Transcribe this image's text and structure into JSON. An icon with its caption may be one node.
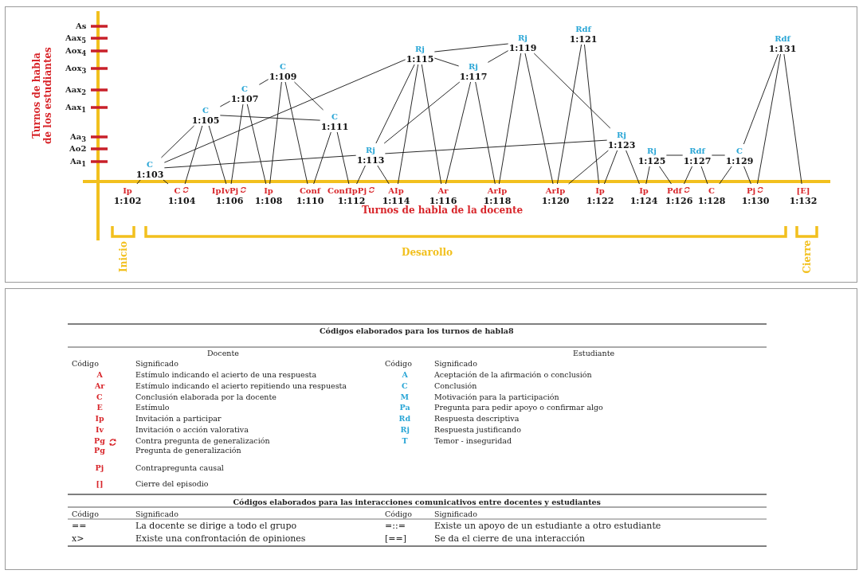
{
  "diagram": {
    "nodes": [
      {
        "text": [
          "Ip",
          "1:102"
        ]
      },
      {
        "text": [
          "C",
          "1:103"
        ]
      },
      {
        "text": [
          "C",
          "1:104"
        ]
      },
      {
        "text": [
          "C",
          "1:105"
        ]
      },
      {
        "text": [
          "IpIvPj",
          "1:106"
        ]
      },
      {
        "text": [
          "C",
          "1:107"
        ]
      },
      {
        "text": [
          "Ip",
          "1:108"
        ]
      },
      {
        "text": [
          "C",
          "1:109"
        ]
      },
      {
        "text": [
          "Conf",
          "1:110"
        ]
      },
      {
        "text": [
          "C",
          "1:111"
        ]
      },
      {
        "text": [
          "ConfIpPj",
          "1:112"
        ]
      },
      {
        "text": [
          "Rj",
          "1:113"
        ]
      },
      {
        "text": [
          "AIp",
          "1:114"
        ]
      },
      {
        "text": [
          "Rj",
          "1:115"
        ]
      },
      {
        "text": [
          "Ar",
          "1:116"
        ]
      },
      {
        "text": [
          "Rj",
          "1:117"
        ]
      },
      {
        "text": [
          "ArIp",
          "1:118"
        ]
      },
      {
        "text": [
          "Rj",
          "1:119"
        ]
      },
      {
        "text": [
          "ArIp",
          "1:120"
        ]
      },
      {
        "text": [
          "Rdf",
          "1:121"
        ]
      },
      {
        "text": [
          "Ip",
          "1:122"
        ]
      },
      {
        "text": [
          "Rj",
          "1:123"
        ]
      },
      {
        "text": [
          "Ip",
          "1:124"
        ]
      },
      {
        "text": [
          "Rj",
          "1:125"
        ]
      },
      {
        "text": [
          "Pdf",
          "1:126"
        ]
      },
      {
        "text": [
          "Rdf",
          "1:127"
        ]
      },
      {
        "text": [
          "C",
          "1:128"
        ]
      },
      {
        "text": [
          "C",
          "1:129"
        ]
      },
      {
        "text": [
          "Pj",
          "1:130"
        ]
      },
      {
        "text": [
          "Rdf",
          "1:131"
        ]
      },
      {
        "text": [
          "[E]",
          "1:132"
        ]
      }
    ],
    "edges": [
      {
        "from": 0,
        "to": 1,
        "arrow": "none"
      },
      {
        "from": 1,
        "to": 2,
        "arrow": "none"
      },
      {
        "from": 1,
        "to": 3,
        "arrow": "none"
      },
      {
        "from": 1,
        "to": 11,
        "arrow": "none"
      },
      {
        "from": 1,
        "to": 13,
        "arrow": "none"
      },
      {
        "from": 2,
        "to": 3,
        "arrow": "none"
      },
      {
        "from": 3,
        "to": 4,
        "arrow": "none"
      },
      {
        "from": 3,
        "to": 9,
        "arrow": "none"
      },
      {
        "from": 3,
        "to": 5,
        "arrow": "none"
      },
      {
        "from": 4,
        "to": 5,
        "arrow": "none"
      },
      {
        "from": 5,
        "to": 6,
        "arrow": "none"
      },
      {
        "from": 5,
        "to": 7,
        "arrow": "none"
      },
      {
        "from": 6,
        "to": 7,
        "arrow": "none"
      },
      {
        "from": 7,
        "to": 8,
        "arrow": "none"
      },
      {
        "from": 7,
        "to": 9,
        "arrow": "none"
      },
      {
        "from": 8,
        "to": 9,
        "arrow": "none"
      },
      {
        "from": 9,
        "to": 10,
        "arrow": "none"
      },
      {
        "from": 10,
        "to": 11,
        "arrow": "none"
      },
      {
        "from": 11,
        "to": 12,
        "arrow": "none"
      },
      {
        "from": 11,
        "to": 21,
        "arrow": "none"
      },
      {
        "from": 11,
        "to": 13,
        "arrow": "none"
      },
      {
        "from": 11,
        "to": 15,
        "arrow": "none"
      },
      {
        "from": 12,
        "to": 13,
        "arrow": "none"
      },
      {
        "from": 13,
        "to": 14,
        "arrow": "none"
      },
      {
        "from": 13,
        "to": 15,
        "arrow": "none"
      },
      {
        "from": 13,
        "to": 17,
        "arrow": "none"
      },
      {
        "from": 14,
        "to": 15,
        "arrow": "none"
      },
      {
        "from": 15,
        "to": 16,
        "arrow": "none"
      },
      {
        "from": 15,
        "to": 17,
        "arrow": "none"
      },
      {
        "from": 16,
        "to": 17,
        "arrow": "none"
      },
      {
        "from": 17,
        "to": 18,
        "arrow": "none"
      },
      {
        "from": 17,
        "to": 21,
        "arrow": "none"
      },
      {
        "from": 18,
        "to": 19,
        "arrow": "none"
      },
      {
        "from": 19,
        "to": 20,
        "arrow": "none"
      },
      {
        "from": 18,
        "to": 21,
        "arrow": "none"
      },
      {
        "from": 20,
        "to": 21,
        "arrow": "none"
      },
      {
        "from": 21,
        "to": 22,
        "arrow": "none"
      },
      {
        "from": 22,
        "to": 23,
        "arrow": "none"
      },
      {
        "from": 23,
        "to": 24,
        "arrow": "none"
      },
      {
        "from": 23,
        "to": 25,
        "arrow": "none"
      },
      {
        "from": 24,
        "to": 25,
        "arrow": "none"
      },
      {
        "from": 25,
        "to": 26,
        "arrow": "none"
      },
      {
        "from": 25,
        "to": 27,
        "arrow": "none"
      },
      {
        "from": 26,
        "to": 27,
        "arrow": "none"
      },
      {
        "from": 27,
        "to": 28,
        "arrow": "none"
      },
      {
        "from": 27,
        "to": 29,
        "arrow": "none"
      },
      {
        "from": 28,
        "to": 29,
        "arrow": "none"
      },
      {
        "from": 29,
        "to": 30,
        "arrow": "none"
      }
    ],
    "labels": [
      "Turnos de habla de los estudiantes",
      "As",
      "Aax$_{5}$",
      "Aox$_{4}$",
      "Aox$_{3}$",
      "Aax$_{2}$",
      "Aax$_{1}$",
      "Aa$_{3}$",
      "Ao2",
      "Aa$_{1}$",
      "Turnos de habla de la docente",
      "Inicio",
      "Desarollo",
      "Cierre",
      "Códigos elaborados para los turnos de habla8",
      "Docente",
      "Estudiante",
      "Código",
      "Significado",
      "Código",
      "Significado",
      "A",
      "Estímulo indicando el acierto de una respuesta",
      "A",
      "Aceptación de la afirmación o conclusión",
      "Ar",
      "Estímulo indicando el acierto repitiendo una respuesta",
      "C",
      "Conclusión",
      "C",
      "Conclusión elaborada por la docente",
      "M",
      "Motivación para la participación",
      "E",
      "Estímulo",
      "Pa",
      "Pregunta para pedir apoyo o confirmar algo",
      "Ip",
      "Invitación a participar",
      "Rd",
      "Respuesta descriptiva",
      "Iv",
      "Invitación o acción valorativa",
      "Rj",
      "Respuesta justificando",
      "Pg",
      "Contra pregunta de generalización",
      "T",
      "Temor - inseguridad",
      "Pg",
      "Pregunta de generalización",
      "Pj",
      "Contrapregunta causal",
      "[]",
      "Cierre del episodio",
      "Códigos elaborados para las interacciones comunicativos entre docentes y estudiantes",
      "Código",
      "Significado",
      "Código",
      "Significado",
      "==",
      "La docente se dirige a todo el grupo",
      "=::=",
      "Existe un apoyo de un estudiante a otro estudiante",
      "x>",
      "Existe una confrontación de opiniones",
      "[==]",
      "Se da el cierre de una interacción"
    ]
  }
}
